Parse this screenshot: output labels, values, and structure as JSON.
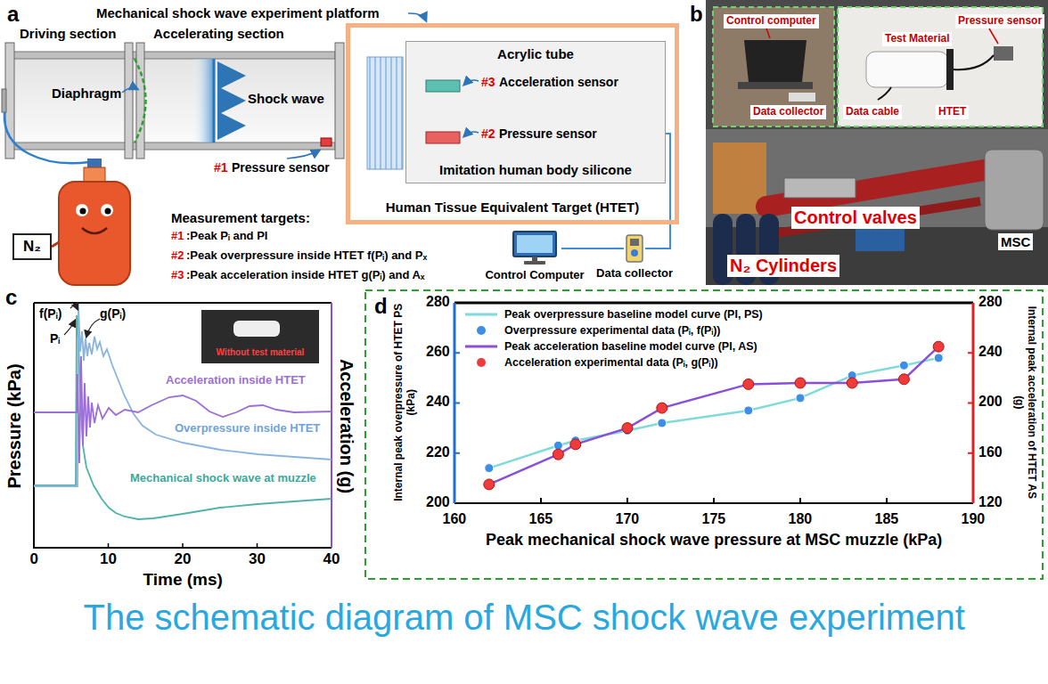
{
  "diagram": {
    "caption": "The schematic diagram of MSC shock wave experiment",
    "nodes": [
      {
        "text": [
          "Human Tissue Equivalent Target (HTET)"
        ]
      },
      {
        "text": [
          "Acrylic tube",
          "Imitation human body silicone"
        ],
        "in": 0
      },
      {
        "text": [
          "N₂"
        ]
      },
      {
        "text": [
          "Control Computer"
        ]
      },
      {
        "text": [
          "Data collector"
        ]
      }
    ],
    "edges": [
      {
        "from": 1,
        "to": 4,
        "arrow": "none"
      },
      {
        "from": 3,
        "to": 4,
        "arrow": "none"
      }
    ],
    "labels": [
      "a",
      "Mechanical shock wave experiment platform",
      "Driving section",
      "Accelerating section",
      "Diaphragm",
      "Shock wave",
      "#1",
      "Pressure sensor",
      "Measurement targets:",
      "#1",
      ":Peak Pᵢ and PI",
      "#2",
      ":Peak overpressure inside HTET f(Pᵢ) and Pₓ",
      "#3",
      ":Peak acceleration inside HTET g(Pᵢ) and Aₓ",
      "#3",
      "Acceleration sensor",
      "#2",
      "Pressure sensor",
      "b",
      "Control computer",
      "Data collector",
      "Pressure sensor",
      "Test Material",
      "Data cable",
      "HTET",
      "Control valves",
      "MSC",
      "N₂ Cylinders",
      "c",
      "f(Pᵢ)",
      "g(Pᵢ)",
      "Pᵢ",
      "Without test material",
      "Acceleration inside HTET",
      "Overpressure inside HTET",
      "Mechanical shock wave at muzzle",
      "Pressure (kPa)",
      "Acceleration (g)",
      "0",
      "10",
      "20",
      "30",
      "40",
      "Time (ms)",
      "d",
      "280",
      "260",
      "240",
      "220",
      "200",
      "280",
      "240",
      "200",
      "160",
      "120",
      "160",
      "165",
      "170",
      "175",
      "180",
      "185",
      "190",
      "Internal peak overpressure of HTET PS (kPa)",
      "Internal peak acceleration of HTET AS (g)",
      "Peak mechanical shock wave pressure at MSC muzzle (kPa)"
    ],
    "legend": [
      {
        "text": "Peak overpressure baseline model curve (PI, PS)"
      },
      {
        "text": "Overpressure experimental data (Pᵢ, f(Pᵢ))"
      },
      {
        "text": "Peak acceleration baseline model curve (PI, AS)"
      },
      {
        "text": "Acceleration experimental data (Pᵢ, g(Pᵢ))"
      }
    ]
  }
}
